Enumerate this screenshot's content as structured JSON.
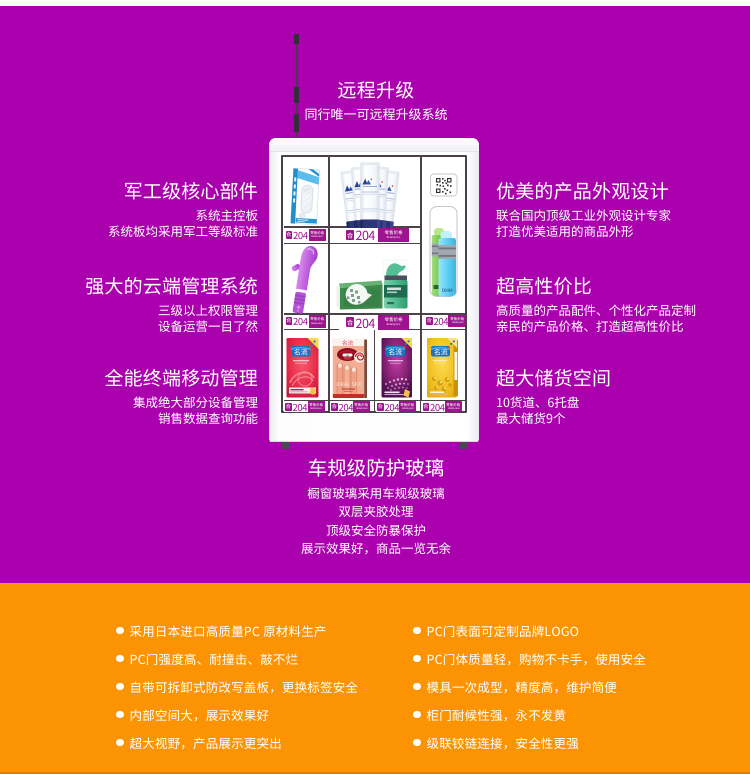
{
  "page": {
    "colors": {
      "background_purple": "#aa00ad",
      "background_orange": "#fb9302",
      "top_strip_white": "#ffffff",
      "price_tag_magenta": "#9e148f",
      "machine_frame_dark": "#4b4148"
    }
  },
  "header": {
    "title": "远程升级",
    "subtitle": "同行唯一可远程升级系统"
  },
  "features_left": [
    {
      "title": "军工级核心部件",
      "lines": [
        "系统主控板",
        "系统板均采用军工等级标准"
      ]
    },
    {
      "title": "强大的云端管理系统",
      "lines": [
        "三级以上权限管理",
        "设备运营一目了然"
      ]
    },
    {
      "title": "全能终端移动管理",
      "lines": [
        "集成绝大部分设备管理",
        "销售数据查询功能"
      ]
    }
  ],
  "features_right": [
    {
      "title": "优美的产品外观设计",
      "lines": [
        "联合国内顶级工业外观设计专家",
        "打造优美适用的商品外形"
      ]
    },
    {
      "title": "超高性价比",
      "lines": [
        "高质量的产品配件、个性化产品定制",
        "亲民的产品价格、打造超高性价比"
      ]
    },
    {
      "title": "超大储货空间",
      "lines": [
        "10货道、6托盘",
        "最大储货9个"
      ]
    }
  ],
  "glass_feature": {
    "title": "车规级防护玻璃",
    "lines": [
      "橱窗玻璃采用车规级玻璃",
      "双层夹胶处理",
      "顶级安全防暴保护",
      "展示效果好，商品一览无余"
    ]
  },
  "bullets_left": [
    "采用日本进口高质量PC 原材料生产",
    "PC门强度高、耐撞击、敲不烂",
    "自带可拆卸式防改写盖板，更换标签安全",
    "内部空间大，展示效果好",
    "超大视野，产品展示更突出"
  ],
  "bullets_right": [
    "PC门表面可定制品牌LOGO",
    "PC门体质量轻，购物不卡手，使用安全",
    "模具一次成型，精度高，维护简便",
    "柜门耐候性强，永不发黄",
    "级联铰链连接，安全性更强"
  ],
  "vending_machine": {
    "price_tag": {
      "currency_icon": "合",
      "price": "204",
      "label_cn": "零售价格",
      "label_en": "Retail price"
    },
    "icons": {
      "qr_code": "qr-code",
      "bullet_dot": "●",
      "corner_badge": "folded-corner"
    },
    "price_tag_count": 9,
    "products": {
      "condom_logo": "名流",
      "oral_sex_label": "ORAL SEX",
      "bottle_label": "DMM"
    }
  }
}
